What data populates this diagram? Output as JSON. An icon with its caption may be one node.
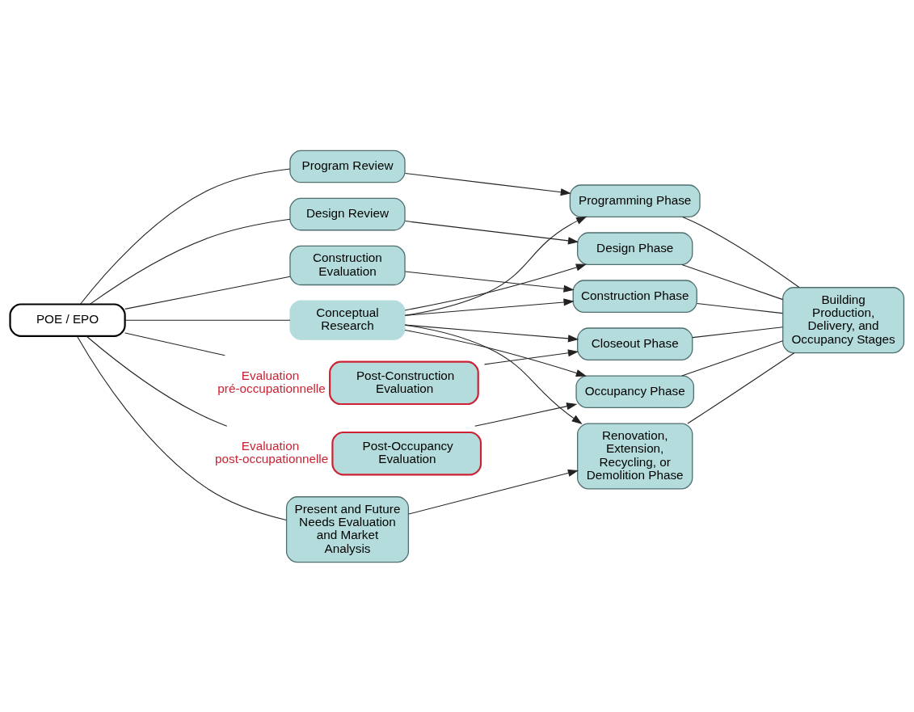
{
  "diagram": {
    "nodes": [
      {
        "text": [
          "POE / EPO"
        ]
      },
      {
        "text": [
          "Program Review"
        ]
      },
      {
        "text": [
          "Design Review"
        ]
      },
      {
        "text": [
          "Construction Evaluation"
        ]
      },
      {
        "text": [
          "Conceptual Research"
        ]
      },
      {
        "text": [
          "Post-Construction Evaluation"
        ],
        "beside": [
          "Evaluation pré-occupationnelle"
        ]
      },
      {
        "text": [
          "Post-Occupancy Evaluation"
        ],
        "beside": [
          "Evaluation post-occupationnelle"
        ]
      },
      {
        "text": [
          "Present and Future Needs Evaluation and Market Analysis"
        ]
      },
      {
        "text": [
          "Programming Phase"
        ]
      },
      {
        "text": [
          "Design Phase"
        ]
      },
      {
        "text": [
          "Construction Phase"
        ]
      },
      {
        "text": [
          "Closeout Phase"
        ]
      },
      {
        "text": [
          "Occupancy Phase"
        ]
      },
      {
        "text": [
          "Renovation, Extension, Recycling, or Demolition Phase"
        ]
      },
      {
        "text": [
          "Building Production, Delivery, and Occupancy Stages"
        ]
      }
    ],
    "edges": [
      {
        "from": 0,
        "to": 1,
        "arrow": "none"
      },
      {
        "from": 0,
        "to": 2,
        "arrow": "none"
      },
      {
        "from": 0,
        "to": 3,
        "arrow": "none"
      },
      {
        "from": 0,
        "to": 4,
        "arrow": "none"
      },
      {
        "from": 0,
        "to": 5,
        "arrow": "none"
      },
      {
        "from": 0,
        "to": 6,
        "arrow": "none"
      },
      {
        "from": 0,
        "to": 7,
        "arrow": "none"
      },
      {
        "from": 1,
        "to": 8,
        "arrow": "to"
      },
      {
        "from": 2,
        "to": 9,
        "arrow": "to"
      },
      {
        "from": 3,
        "to": 10,
        "arrow": "to"
      },
      {
        "from": 4,
        "to": 8,
        "arrow": "to"
      },
      {
        "from": 4,
        "to": 9,
        "arrow": "to"
      },
      {
        "from": 4,
        "to": 10,
        "arrow": "to"
      },
      {
        "from": 4,
        "to": 11,
        "arrow": "to"
      },
      {
        "from": 4,
        "to": 12,
        "arrow": "to"
      },
      {
        "from": 4,
        "to": 13,
        "arrow": "to"
      },
      {
        "from": 5,
        "to": 11,
        "arrow": "to"
      },
      {
        "from": 6,
        "to": 12,
        "arrow": "to"
      },
      {
        "from": 7,
        "to": 13,
        "arrow": "to"
      },
      {
        "from": 8,
        "to": 14,
        "arrow": "none"
      },
      {
        "from": 9,
        "to": 14,
        "arrow": "none"
      },
      {
        "from": 10,
        "to": 14,
        "arrow": "none"
      },
      {
        "from": 11,
        "to": 14,
        "arrow": "none"
      },
      {
        "from": 12,
        "to": 14,
        "arrow": "none"
      },
      {
        "from": 13,
        "to": 14,
        "arrow": "none"
      }
    ]
  }
}
